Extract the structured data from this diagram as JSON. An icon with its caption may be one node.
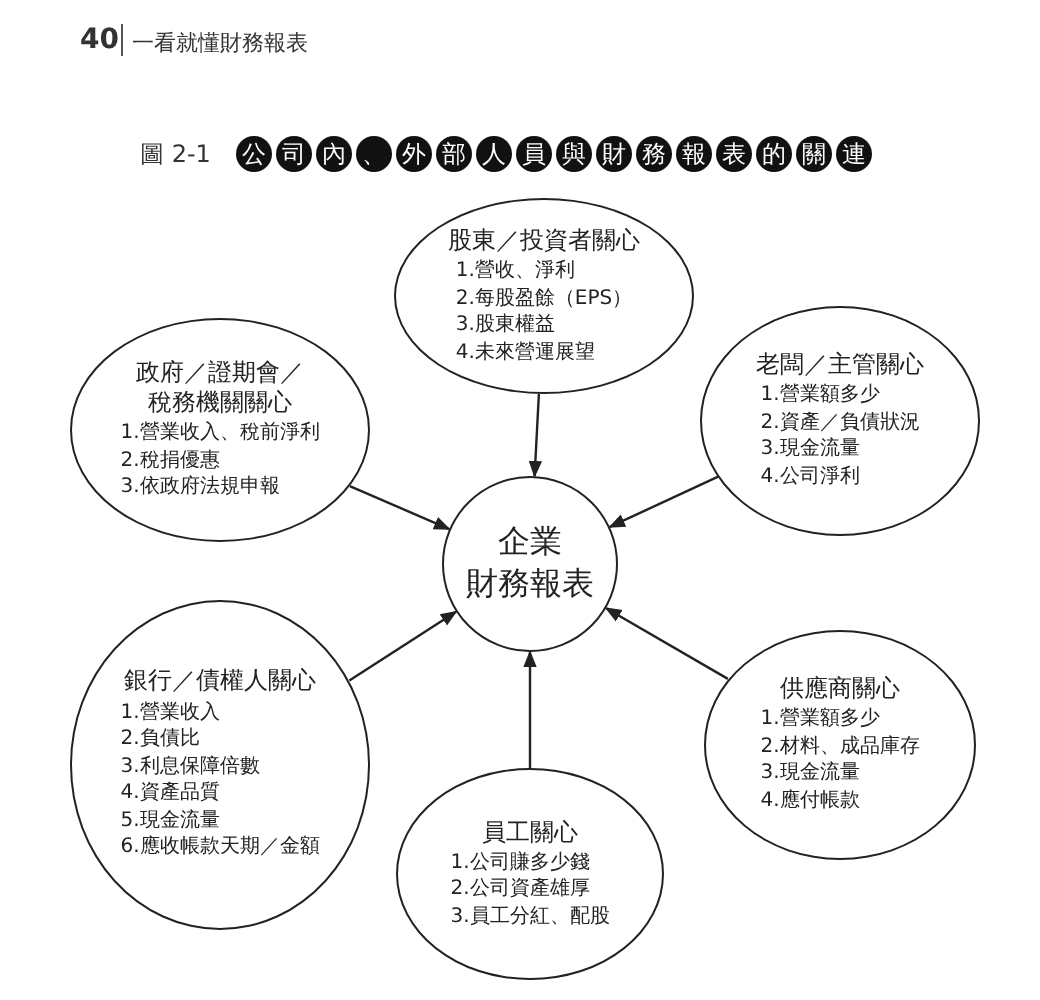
{
  "diagram": {
    "title": "公司內、外部人員與財務報表的關連",
    "nodes": [
      {
        "text": [
          "股東／投資者關心",
          "1.營收、淨利",
          "2.每股盈餘（EPS）",
          "3.股東權益",
          "4.未來營運展望"
        ]
      },
      {
        "text": [
          "政府／證期會／稅務機關關心",
          "1.營業收入、稅前淨利",
          "2.稅捐優惠",
          "3.依政府法規申報"
        ]
      },
      {
        "text": [
          "老闆／主管關心",
          "1.營業額多少",
          "2.資產／負債狀況",
          "3.現金流量",
          "4.公司淨利"
        ]
      },
      {
        "text": [
          "企業",
          "財務報表"
        ]
      },
      {
        "text": [
          "銀行／債權人關心",
          "1.營業收入",
          "2.負債比",
          "3.利息保障倍數",
          "4.資產品質",
          "5.現金流量",
          "6.應收帳款天期／金額"
        ]
      },
      {
        "text": [
          "供應商關心",
          "1.營業額多少",
          "2.材料、成品庫存",
          "3.現金流量",
          "4.應付帳款"
        ]
      },
      {
        "text": [
          "員工關心",
          "1.公司賺多少錢",
          "2.公司資產雄厚",
          "3.員工分紅、配股"
        ]
      }
    ],
    "edges": [
      {
        "from": 0,
        "to": 3,
        "arrow": "to"
      },
      {
        "from": 1,
        "to": 3,
        "arrow": "to"
      },
      {
        "from": 2,
        "to": 3,
        "arrow": "to"
      },
      {
        "from": 4,
        "to": 3,
        "arrow": "to"
      },
      {
        "from": 5,
        "to": 3,
        "arrow": "to"
      },
      {
        "from": 6,
        "to": 3,
        "arrow": "to"
      }
    ],
    "labels": [
      "40",
      "一看就懂財務報表",
      "圖 2-1"
    ]
  }
}
